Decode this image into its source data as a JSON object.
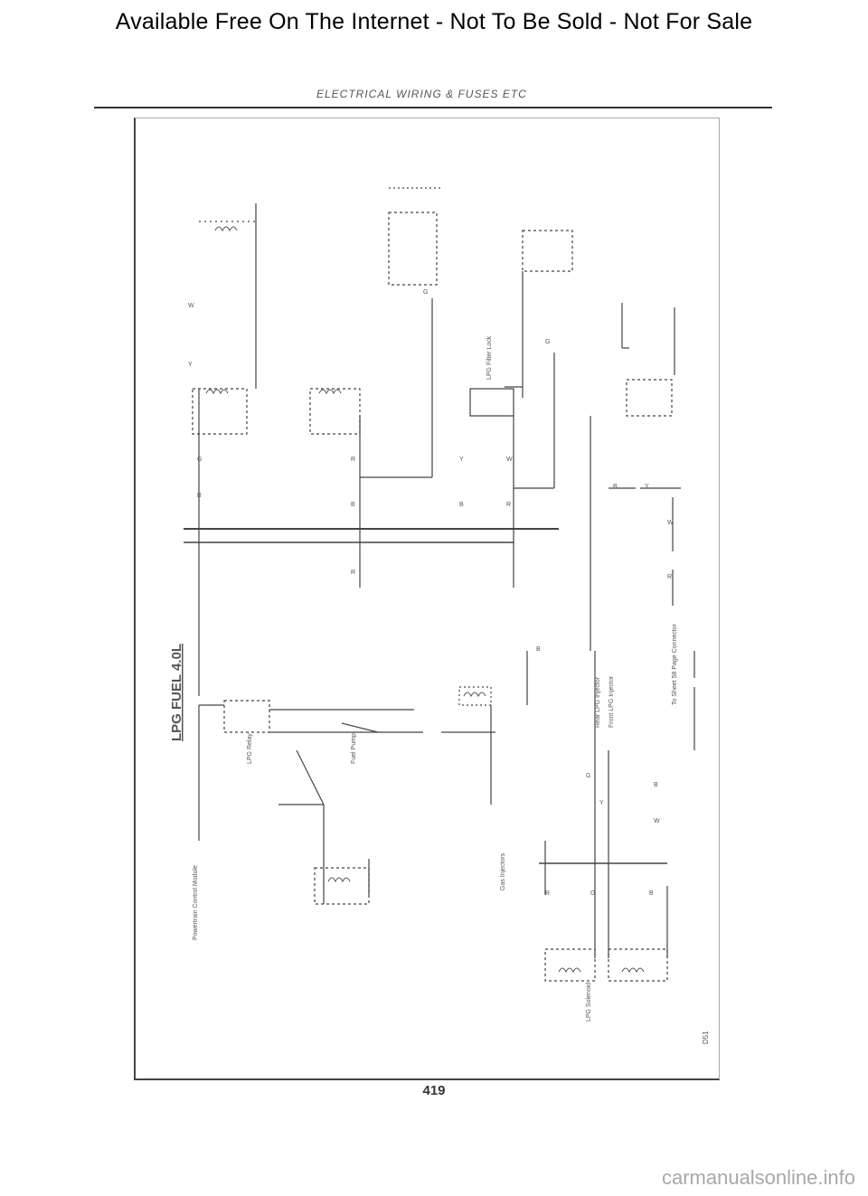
{
  "banner": {
    "text": "Available Free On The Internet - Not To Be Sold - Not For Sale"
  },
  "header": {
    "title": "ELECTRICAL WIRING & FUSES ETC"
  },
  "diagram": {
    "title": "LPG FUEL 4.0L",
    "labels": {
      "lpg_relay": "LPG Relay",
      "fuel_pump": "Fuel Pump",
      "powertrain_control_module": "Powertrain Control Module",
      "gas_injectors": "Gas Injectors",
      "lpg_filter_lock": "LPG Filter Lock",
      "rear_lpg_injector": "Rear LPG Injector",
      "front_lpg_injector": "Front LPG Injector",
      "lpg_solenoid": "LPG Solenoid",
      "to_sheet": "To Sheet 58 Page Connector"
    },
    "ref": "D51"
  },
  "footer": {
    "page_number": "419"
  },
  "watermark": {
    "text": "carmanualsonline.info"
  },
  "colors": {
    "ink": "#333333",
    "faint": "#888888",
    "watermark": "#a8a8a8"
  }
}
